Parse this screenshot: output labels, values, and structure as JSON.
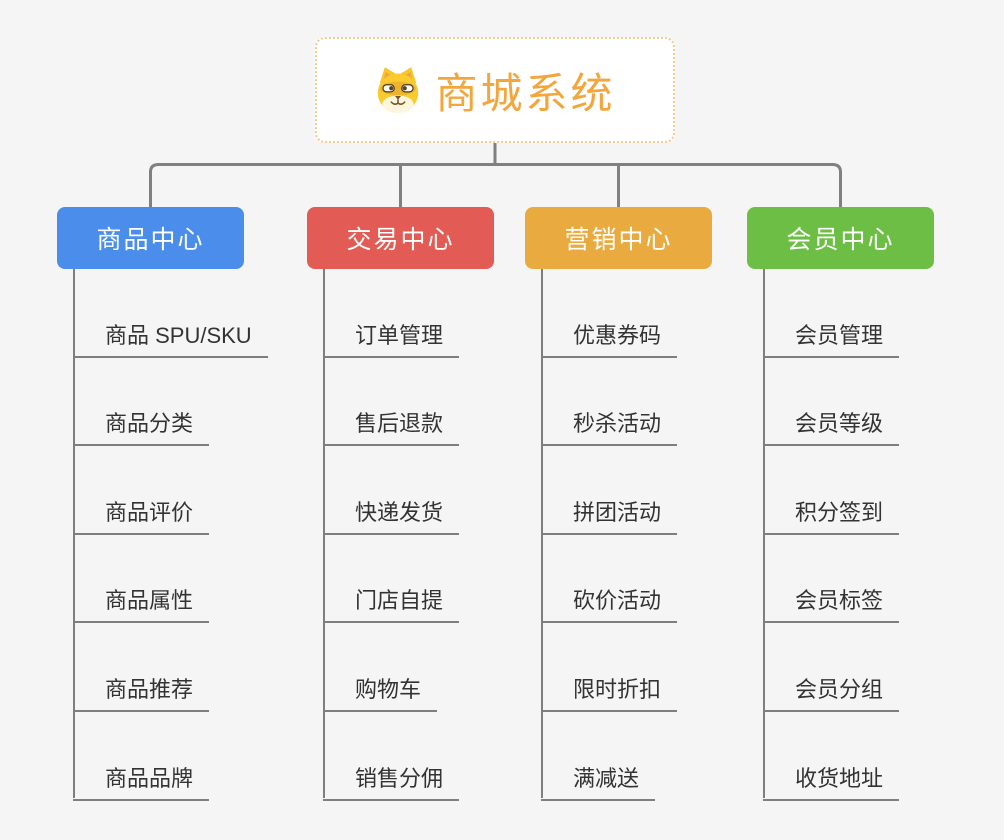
{
  "page": {
    "background": "#F5F5F5",
    "connector_color": "#808080",
    "leaf_line_color": "#7E7E7E"
  },
  "root": {
    "title": "商城系统",
    "icon": "doge-icon",
    "text_color": "#F2A63C",
    "border_color": "#F5CC8E",
    "background": "#FFFFFF"
  },
  "chart_data": {
    "type": "tree",
    "title": "商城系统",
    "root": "商城系统",
    "branches": [
      {
        "label": "商品中心",
        "children": [
          "商品 SPU/SKU",
          "商品分类",
          "商品评价",
          "商品属性",
          "商品推荐",
          "商品品牌"
        ]
      },
      {
        "label": "交易中心",
        "children": [
          "订单管理",
          "售后退款",
          "快递发货",
          "门店自提",
          "购物车",
          "销售分佣"
        ]
      },
      {
        "label": "营销中心",
        "children": [
          "优惠券码",
          "秒杀活动",
          "拼团活动",
          "砍价活动",
          "限时折扣",
          "满减送"
        ]
      },
      {
        "label": "会员中心",
        "children": [
          "会员管理",
          "会员等级",
          "积分签到",
          "会员标签",
          "会员分组",
          "收货地址"
        ]
      }
    ]
  },
  "categories": [
    {
      "label": "商品中心",
      "color": "#4A8DEB",
      "children": [
        "商品 SPU/SKU",
        "商品分类",
        "商品评价",
        "商品属性",
        "商品推荐",
        "商品品牌"
      ]
    },
    {
      "label": "交易中心",
      "color": "#E25B55",
      "children": [
        "订单管理",
        "售后退款",
        "快递发货",
        "门店自提",
        "购物车",
        "销售分佣"
      ]
    },
    {
      "label": "营销中心",
      "color": "#E9AB40",
      "children": [
        "优惠券码",
        "秒杀活动",
        "拼团活动",
        "砍价活动",
        "限时折扣",
        "满减送"
      ]
    },
    {
      "label": "会员中心",
      "color": "#6CBE44",
      "children": [
        "会员管理",
        "会员等级",
        "积分签到",
        "会员标签",
        "会员分组",
        "收货地址"
      ]
    }
  ]
}
